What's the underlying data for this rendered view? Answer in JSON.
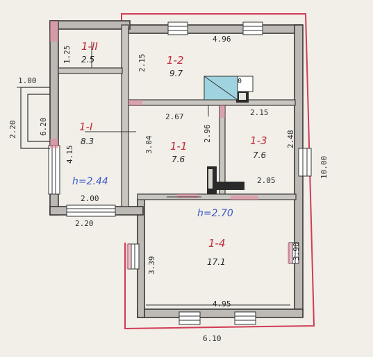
{
  "rooms": [
    {
      "id": "1-II",
      "area": "2.5"
    },
    {
      "id": "1-2",
      "area": "9.7"
    },
    {
      "id": "1-I",
      "area": "8.3"
    },
    {
      "id": "1-1",
      "area": "7.6"
    },
    {
      "id": "1-3",
      "area": "7.6"
    },
    {
      "id": "1-4",
      "area": "17.1"
    }
  ],
  "heights": {
    "left_wing": "h=2.44",
    "main": "h=2.70"
  },
  "dims": {
    "top_width": "4.96",
    "bottom_width": "6.10",
    "right_height": "10.00",
    "left_outer_height": "2.20",
    "left_porch_width": "1.00",
    "porch_depth": "6.20",
    "wing_height": "4.15",
    "small_room_height": "1.25",
    "room12_height": "2.15",
    "room11_width": "2.67",
    "room11_left": "3.04",
    "room11_right": "2.96",
    "room13_width": "2.15",
    "room13_height": "2.48",
    "room13_bottom": "2.05",
    "wing_inner_width": "2.00",
    "wing_outer_width": "2.20",
    "room14_width": "4.95",
    "room14_left": "3.39",
    "room14_right": "3.90",
    "stove_mark": "0"
  }
}
